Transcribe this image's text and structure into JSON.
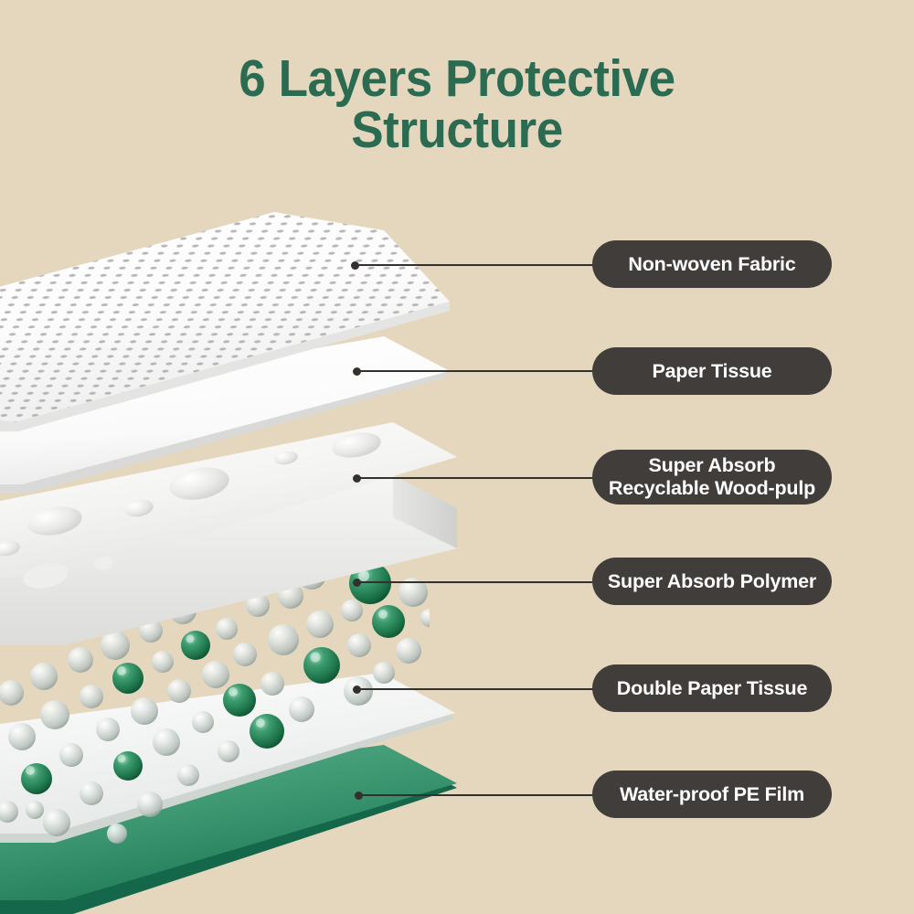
{
  "background_color": "#e5d7bd",
  "title": {
    "text": "6 Layers Protective\nStructure",
    "color": "#2a6b52"
  },
  "pill_style": {
    "background": "#403d3b",
    "text_color": "#ffffff"
  },
  "leader_color": "#33302e",
  "layers": [
    {
      "id": "non-woven-fabric",
      "label": "Non-woven Fabric",
      "material_color": "#ffffff",
      "accent": "#b3b3b3",
      "description": "perforated embossed white non-woven top sheet"
    },
    {
      "id": "paper-tissue",
      "label": "Paper Tissue",
      "material_color": "#fdfdfd",
      "accent": "#e8e8e8",
      "description": "thin smooth white tissue sheet"
    },
    {
      "id": "super-absorb-recyclable-wood-pulp",
      "label": "Super Absorb\nRecyclable Wood-pulp",
      "material_color": "#f3f3f1",
      "accent": "#d8d8d6",
      "description": "thick fluff pulp slab with absorbed droplet dimples"
    },
    {
      "id": "super-absorb-polymer",
      "label": "Super Absorb Polymer",
      "material_color": "#2f8a5b",
      "accent": "#cfd6d2",
      "description": "scattered green and translucent gel beads"
    },
    {
      "id": "double-paper-tissue",
      "label": "Double Paper Tissue",
      "material_color": "#fbfbfb",
      "accent": "#dedede",
      "description": "white double tissue sheet beneath the beads"
    },
    {
      "id": "water-proof-pe-film",
      "label": "Water-proof PE Film",
      "material_color": "#2f8a63",
      "accent": "#4aa882",
      "description": "green waterproof polyethylene backsheet"
    }
  ]
}
